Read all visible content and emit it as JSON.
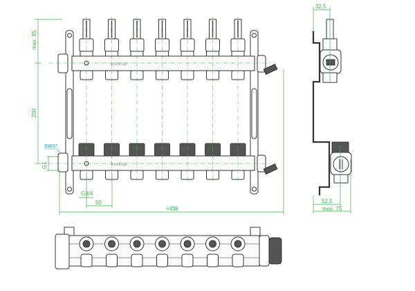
{
  "drawing": {
    "brand": "oventrop",
    "outlet_count": 7,
    "front_view": {
      "dim_max_height_top": "max. 85",
      "dim_bar_spacing": "200",
      "dim_inlet_thread": "G1",
      "dim_wrench_size": "SW37",
      "dim_outlet_thread": "G3/4",
      "dim_outlet_spacing": "50",
      "dim_total_width": "≈438"
    },
    "side_view": {
      "dim_top_offset": "32.5",
      "dim_bottom_offset": "52.5",
      "dim_max_depth": "max. 75"
    }
  },
  "colors": {
    "dimension": "#3fae49",
    "callout": "#3a8fd8",
    "line": "#333333"
  }
}
